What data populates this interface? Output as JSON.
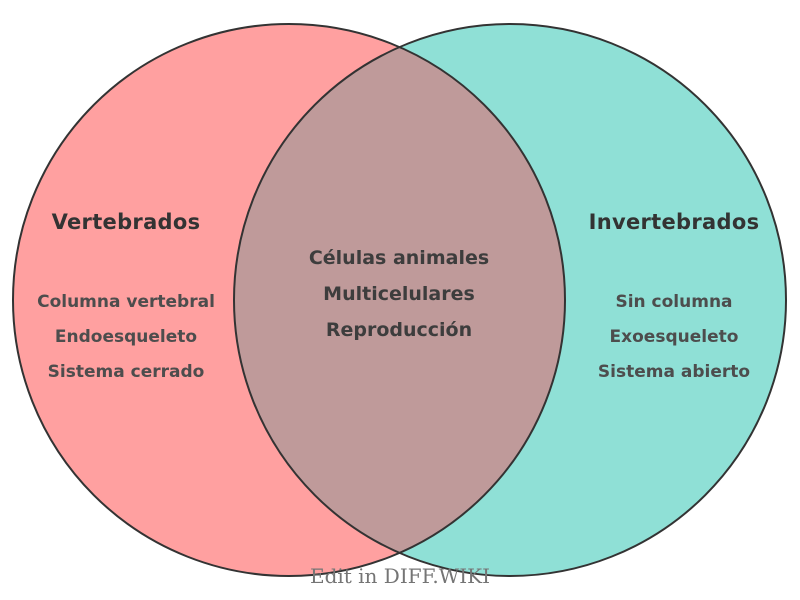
{
  "venn": {
    "outline_color": "#333333",
    "left": {
      "title": "Vertebrados",
      "color": "#ffa0a0",
      "items": [
        "Columna vertebral",
        "Endoesqueleto",
        "Sistema cerrado"
      ]
    },
    "right": {
      "title": "Invertebrados",
      "color": "#8fe0d6",
      "items": [
        "Sin columna",
        "Exoesqueleto",
        "Sistema abierto"
      ]
    },
    "intersection": {
      "color": "#bf9a9a",
      "items": [
        "Células animales",
        "Multicelulares",
        "Reproducción"
      ]
    }
  },
  "footer": {
    "label": "Edit in DIFF.WIKI"
  }
}
